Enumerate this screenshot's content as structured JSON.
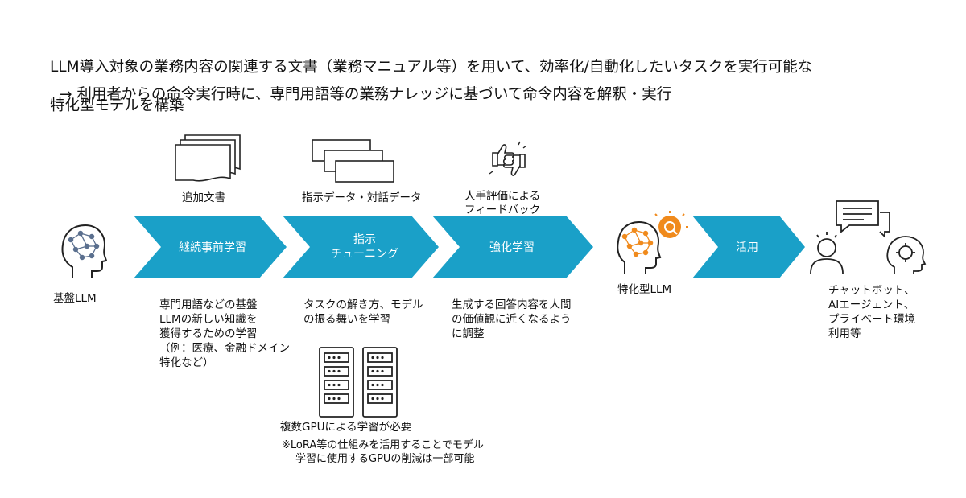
{
  "header": {
    "title_line1": "LLM導入対象の業務内容の関連する文書（業務マニュアル等）を用いて、効率化/自動化したいタスクを実行可能な",
    "title_line2": "特化型モデルを構築",
    "subtitle": "→ 利用者からの命令実行時に、専門用語等の業務ナレッジに基づいて命令内容を解釈・実行"
  },
  "colors": {
    "arrow": "#1aa0c8",
    "orange": "#f08a1c",
    "icon_stroke": "#222222"
  },
  "base": {
    "label": "基盤LLM",
    "icon": "brain-head-icon"
  },
  "steps": [
    {
      "label": "継続事前学習",
      "input_label": "追加文書",
      "input_icon": "documents-stack-icon",
      "desc_lines": [
        "専門用語などの基盤",
        "LLMの新しい知識を",
        "獲得するための学習",
        "（例：医療、金融ドメイン",
        "特化など）"
      ]
    },
    {
      "label_line1": "指示",
      "label_line2": "チューニング",
      "input_label": "指示データ・対話データ",
      "input_icon": "dialog-cards-icon",
      "desc_lines": [
        "タスクの解き方、モデル",
        "の振る舞いを学習"
      ]
    },
    {
      "label": "強化学習",
      "input_label_line1": "人手評価による",
      "input_label_line2": "フィードバック",
      "input_icon": "thumbs-up-down-icon",
      "desc_lines": [
        "生成する回答内容を人間",
        "の価値観に近くなるよう",
        "に調整"
      ]
    }
  ],
  "gpu": {
    "icon": "server-rack-icon",
    "label": "複数GPUによる学習が必要",
    "note_line1": "※LoRA等の仕組みを活用することでモデル",
    "note_line2": "学習に使用するGPUの削減は一部可能"
  },
  "specialized": {
    "label": "特化型LLM",
    "icon": "specialized-brain-icon"
  },
  "use": {
    "label": "活用"
  },
  "uses": {
    "icon": "chat-user-ai-icon",
    "lines": [
      "チャットボット、",
      "AIエージェント、",
      "プライベート環境",
      "利用等"
    ]
  }
}
